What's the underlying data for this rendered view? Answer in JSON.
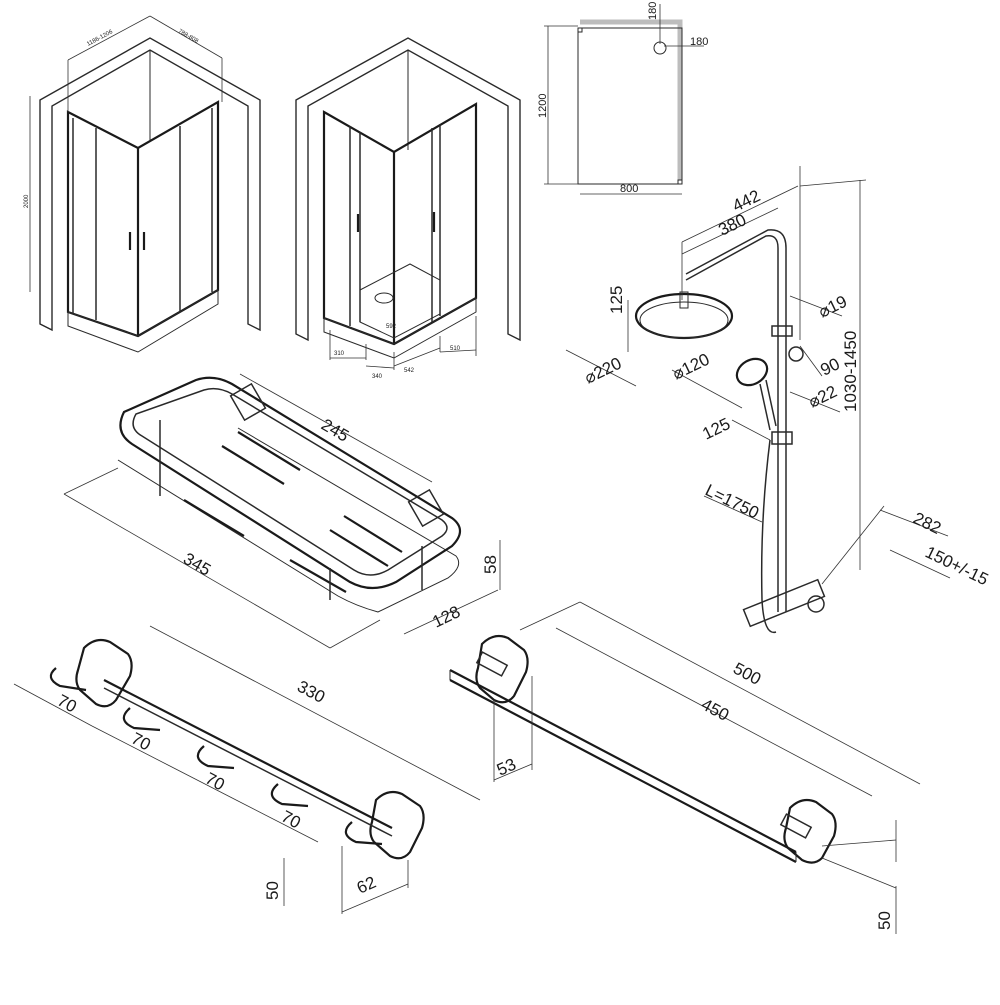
{
  "drawing": {
    "enclosure": {
      "width_range": "1186-1206",
      "depth_range": "788-808",
      "height": "2000",
      "tray_width": "592",
      "seg_310": "310",
      "seg_340": "340",
      "seg_542": "542",
      "seg_510": "510"
    },
    "plan": {
      "depth": "1200",
      "width": "800",
      "drain_x": "180",
      "drain_y": "180"
    },
    "shower_system": {
      "arm_long": "442",
      "arm_short": "380",
      "head_drop": "125",
      "head_diameter": "⌀220",
      "handset_diameter": "⌀120",
      "rail_diameter": "⌀19",
      "slider_spacing": "90",
      "slider_diameter": "⌀22",
      "handset_offset": "125",
      "hose_length": "L=1750",
      "height_range": "1030-1450",
      "wall_offset": "282",
      "inlet_spacing": "150+/-15"
    },
    "basket": {
      "length_inner": "245",
      "length_outer": "345",
      "height": "58",
      "depth": "128"
    },
    "hook_rail": {
      "length": "330",
      "pitch_1": "70",
      "pitch_2": "70",
      "pitch_3": "70",
      "pitch_4": "70",
      "height": "50",
      "depth": "62"
    },
    "towel_bar": {
      "length_outer": "500",
      "length_inner": "450",
      "projection": "53",
      "height": "50"
    }
  }
}
